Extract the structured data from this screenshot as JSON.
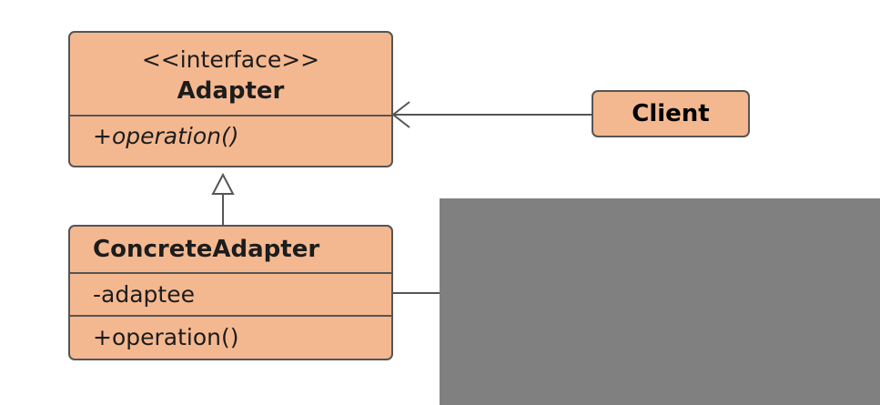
{
  "adapter": {
    "stereotype": "<<interface>>",
    "name": "Adapter",
    "operation": "+operation()"
  },
  "client": {
    "name": "Client"
  },
  "concrete_adapter": {
    "name": "ConcreteAdapter",
    "attribute": "-adaptee",
    "operation": "+operation()"
  },
  "colors": {
    "box_fill": "#f4b890",
    "box_border": "#555555",
    "line": "#555555",
    "redaction": "#808080"
  }
}
